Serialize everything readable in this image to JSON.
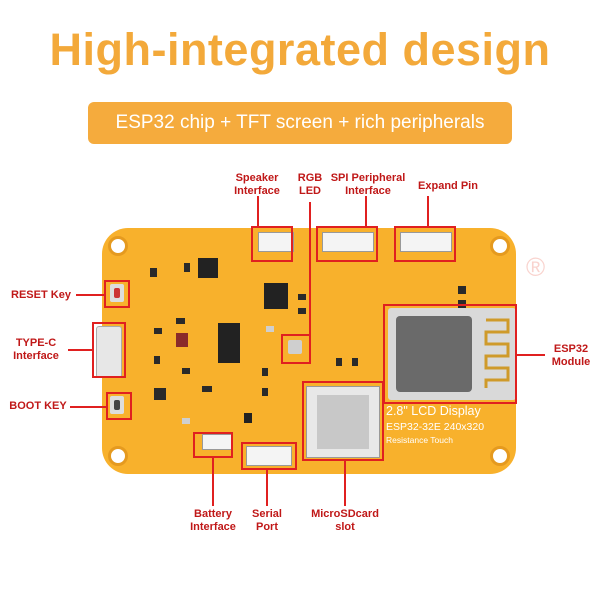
{
  "header": {
    "title": "High-integrated design",
    "subtitle": "ESP32 chip + TFT screen + rich peripherals"
  },
  "board": {
    "lcd_title": "2.8\" LCD Display",
    "lcd_model": "ESP32-32E  240x320",
    "lcd_touch": "Resistance Touch"
  },
  "labels": {
    "speaker": "Speaker\nInterface",
    "rgb": "RGB\nLED",
    "spi": "SPI Peripheral\nInterface",
    "expand": "Expand  Pin",
    "reset": "RESET Key",
    "typec": "TYPE-C\nInterface",
    "boot": "BOOT KEY",
    "esp32": "ESP32\nModule",
    "battery": "Battery\nInterface",
    "serial": "Serial\nPort",
    "microsd": "MicroSDcard\nslot"
  },
  "colors": {
    "accent": "#f5ab3d",
    "board": "#f8b12c",
    "highlight": "#e02020"
  }
}
